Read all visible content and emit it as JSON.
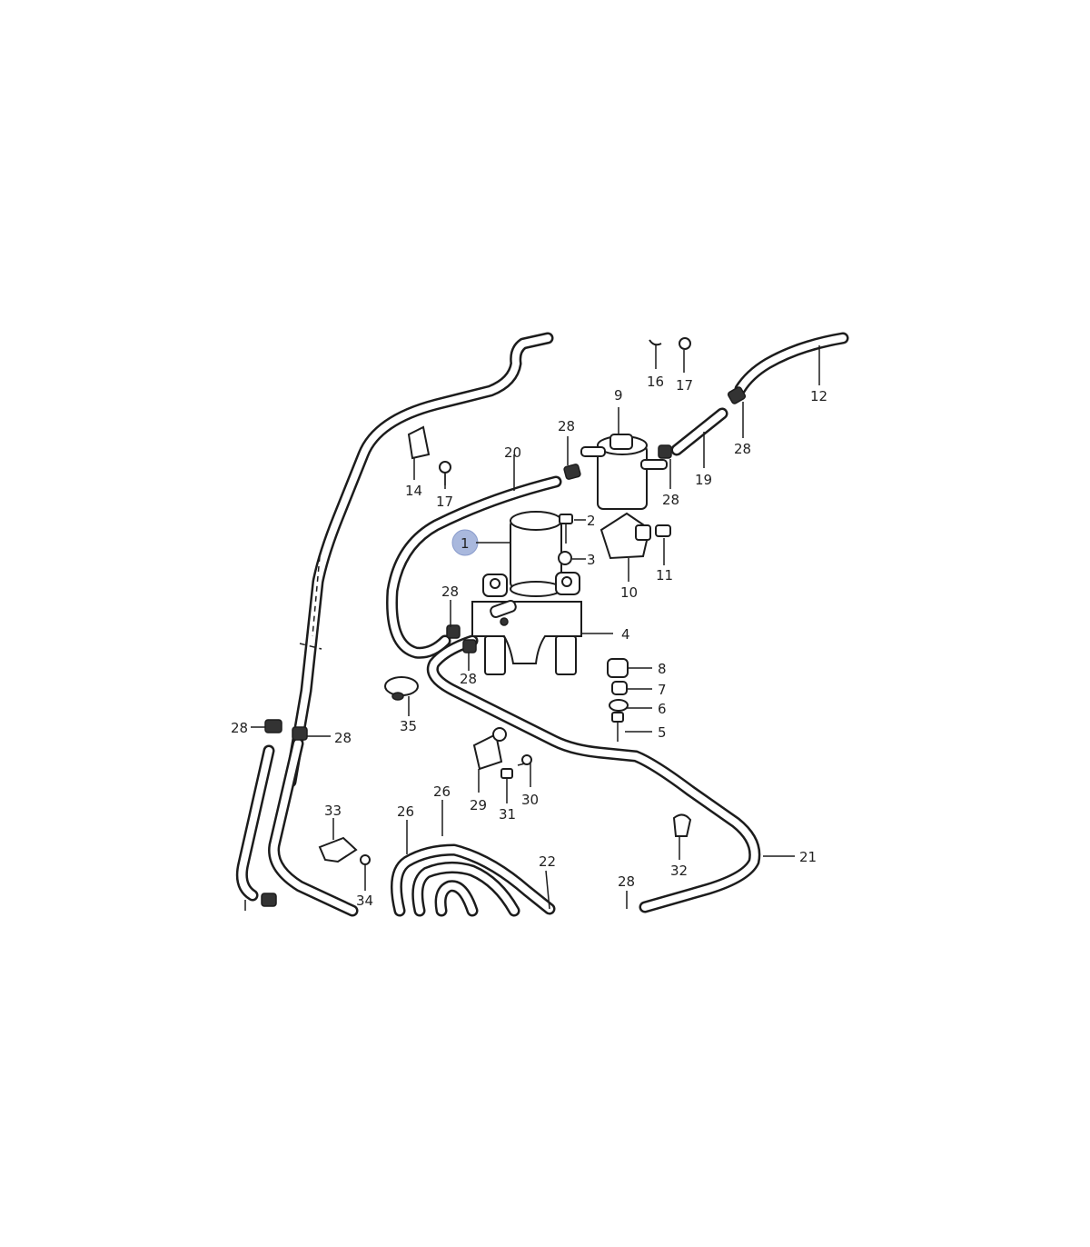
{
  "diagram": {
    "highlight_color": "#a9b8dd",
    "line_color": "#1c1c1c",
    "background": "#ffffff",
    "labels": {
      "l1": "1",
      "l2": "2",
      "l3": "3",
      "l4": "4",
      "l5": "5",
      "l6": "6",
      "l7": "7",
      "l8": "8",
      "l9": "9",
      "l10": "10",
      "l11": "11",
      "l12": "12",
      "l14": "14",
      "l16": "16",
      "l17a": "17",
      "l17b": "17",
      "l19": "19",
      "l20": "20",
      "l21": "21",
      "l22": "22",
      "l26a": "26",
      "l26b": "26",
      "l28a": "28",
      "l28b": "28",
      "l28c": "28",
      "l28d": "28",
      "l28e": "28",
      "l28f": "28",
      "l28g": "28",
      "l28h": "28",
      "l29": "29",
      "l30": "30",
      "l31": "31",
      "l32": "32",
      "l33": "33",
      "l34": "34",
      "l35": "35"
    }
  }
}
